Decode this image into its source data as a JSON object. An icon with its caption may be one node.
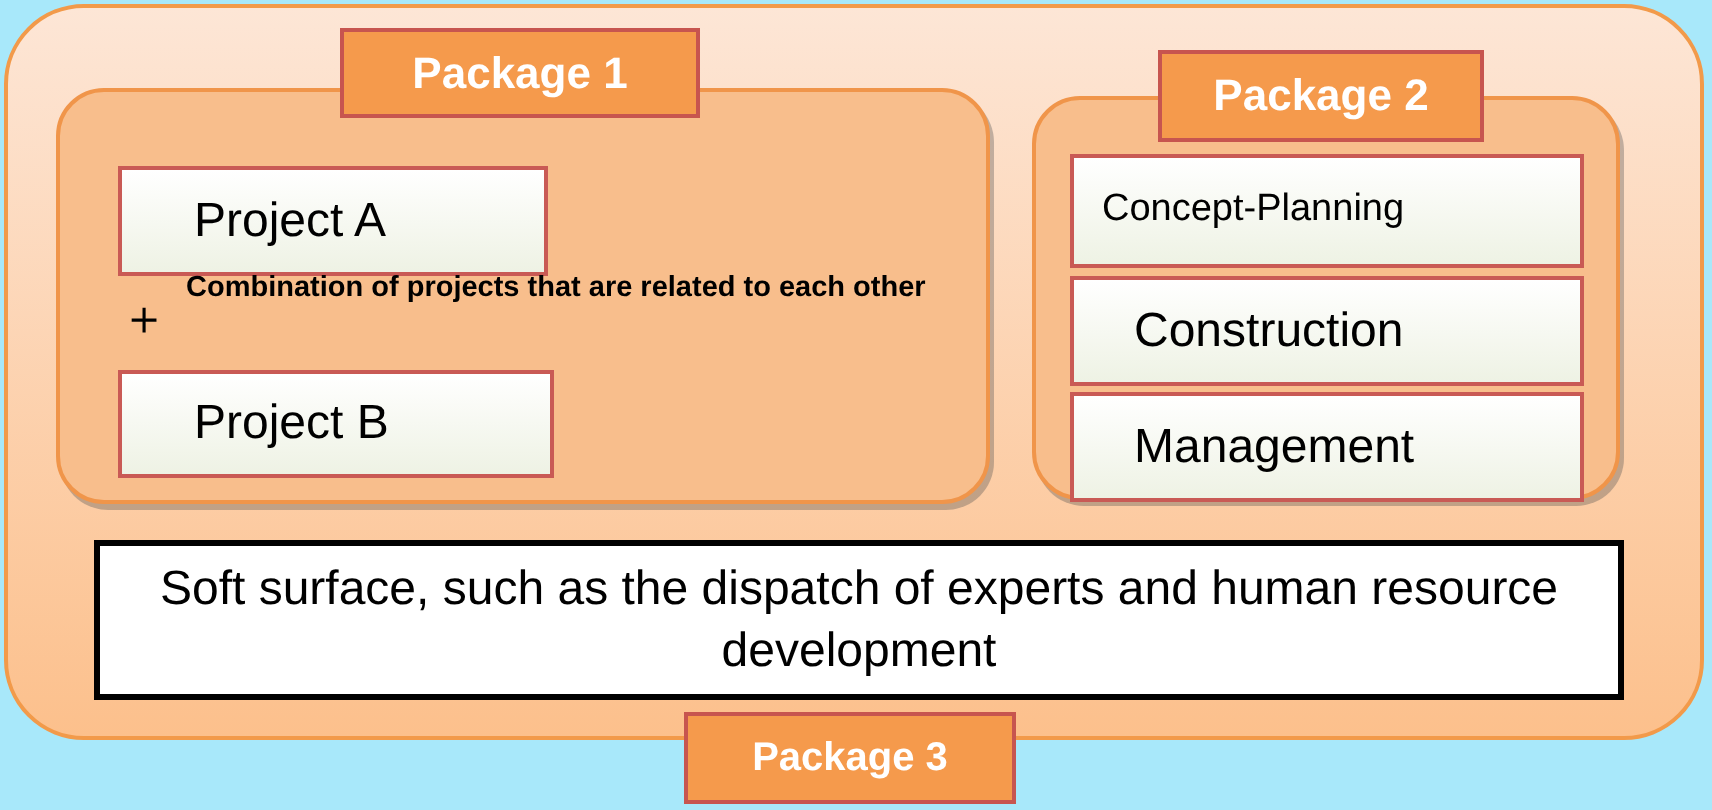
{
  "diagram": {
    "nodes": [
      {
        "text": [
          "Package 3"
        ]
      },
      {
        "text": [
          "Package 1"
        ],
        "in": 0
      },
      {
        "text": [
          "Project A"
        ],
        "in": 1
      },
      {
        "text": [
          "Project B"
        ],
        "in": 1
      },
      {
        "text": [
          "Package 2"
        ],
        "in": 0
      },
      {
        "text": [
          "Concept-Planning"
        ],
        "in": 4
      },
      {
        "text": [
          "Construction"
        ],
        "in": 4
      },
      {
        "text": [
          "Management"
        ],
        "in": 4
      },
      {
        "text": [
          "Soft surface, such as the dispatch of experts and human resource development"
        ],
        "in": 0
      }
    ],
    "labels": [
      "＋",
      "Combination of projects that are related to each other"
    ]
  }
}
